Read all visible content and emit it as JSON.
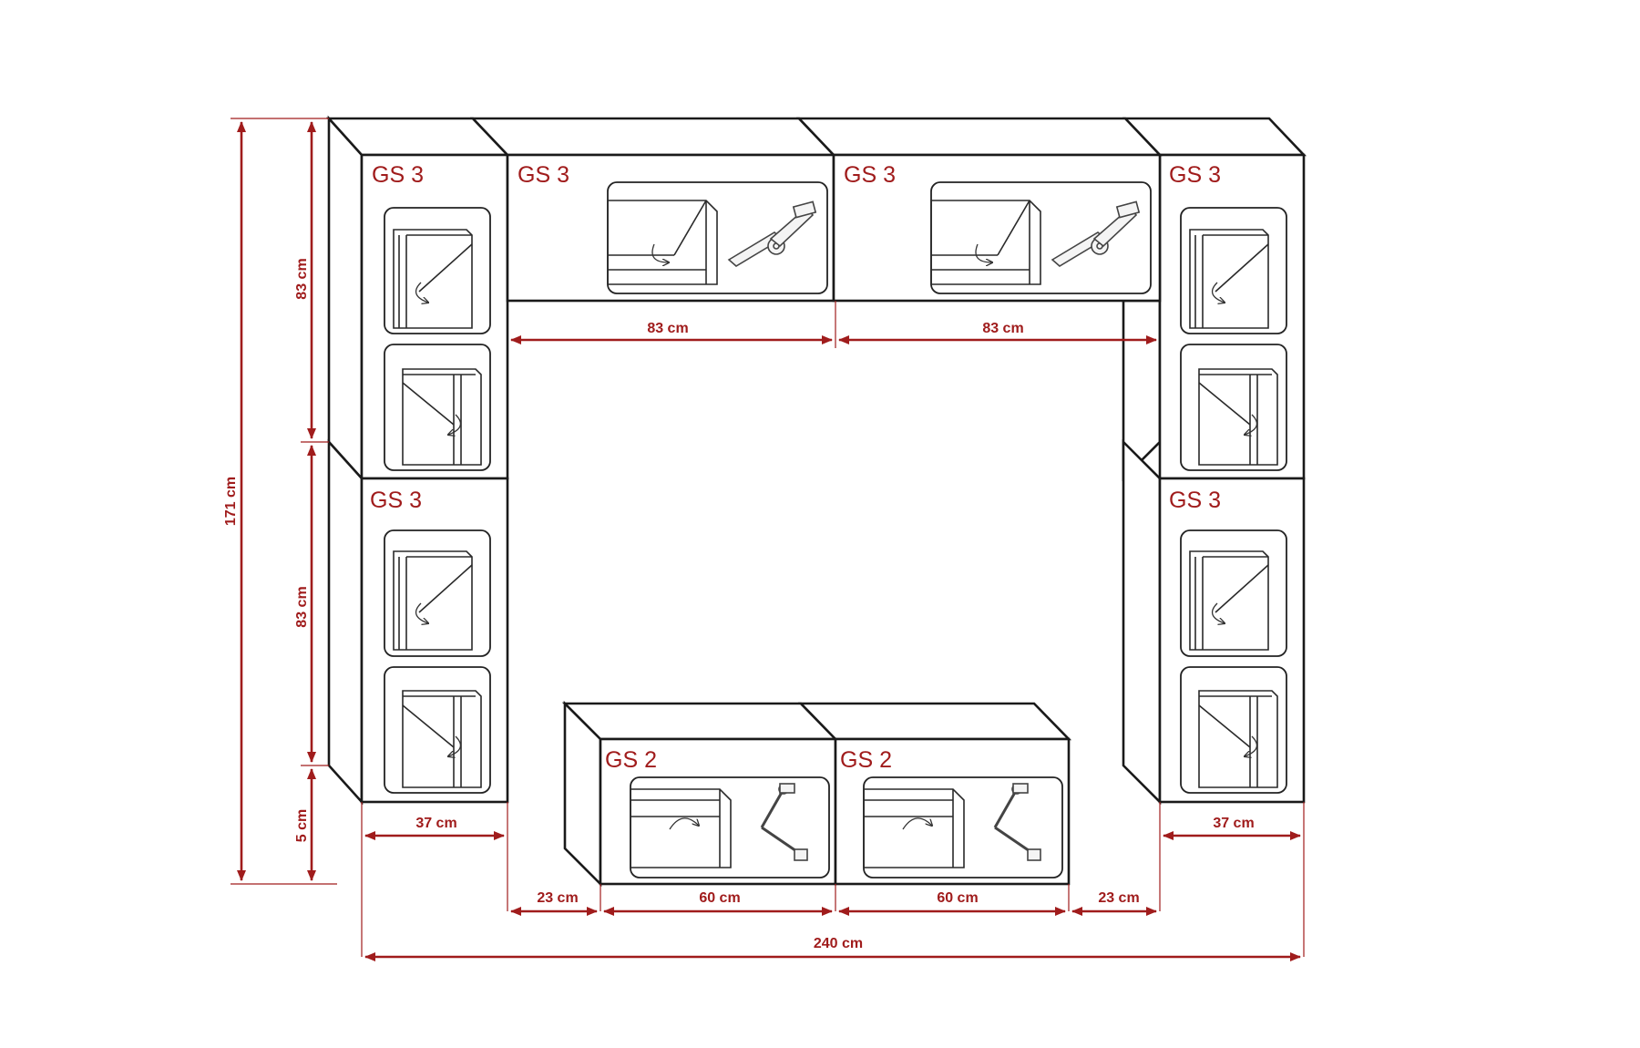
{
  "diagram": {
    "modules": {
      "top_left": "GS 3",
      "top_mid_left": "GS 3",
      "top_mid_right": "GS 3",
      "top_right": "GS 3",
      "bottom_left": "GS 3",
      "bottom_right": "GS 3",
      "low_left": "GS 2",
      "low_right": "GS 2"
    },
    "dimensions": {
      "total_height": "171 cm",
      "upper_height": "83 cm",
      "lower_height": "83 cm",
      "gap_height": "5 cm",
      "top_width_left": "83 cm",
      "top_width_right": "83 cm",
      "side_width_left": "37 cm",
      "side_width_right": "37 cm",
      "gap_left": "23 cm",
      "low_width_left": "60 cm",
      "low_width_right": "60 cm",
      "gap_right": "23 cm",
      "total_width": "240 cm"
    },
    "accent_color": "#a01c1c",
    "line_color": "#1a1a1a"
  }
}
